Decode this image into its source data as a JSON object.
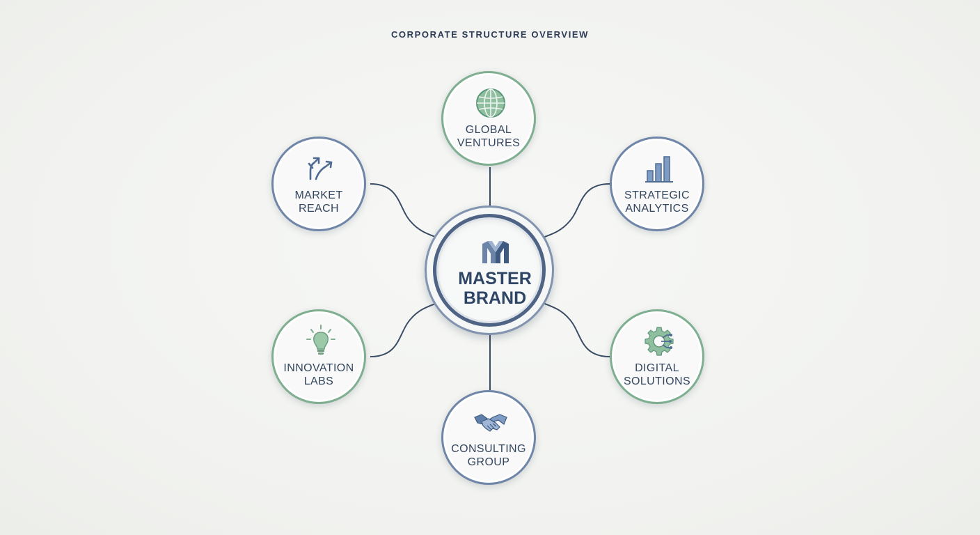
{
  "title": "CORPORATE STRUCTURE OVERVIEW",
  "center": {
    "line1": "MASTER",
    "line2": "BRAND",
    "icon": "m-logo-icon"
  },
  "nodes": {
    "global": {
      "line1": "GLOBAL",
      "line2": "VENTURES",
      "icon": "globe-icon",
      "color": "#7fae90"
    },
    "market": {
      "line1": "MARKET",
      "line2": "REACH",
      "icon": "arrows-up-icon",
      "color": "#6f86a8"
    },
    "strategic": {
      "line1": "STRATEGIC",
      "line2": "ANALYTICS",
      "icon": "bar-chart-icon",
      "color": "#6f86a8"
    },
    "innovation": {
      "line1": "INNOVATION",
      "line2": "LABS",
      "icon": "lightbulb-icon",
      "color": "#7fae90"
    },
    "digital": {
      "line1": "DIGITAL",
      "line2": "SOLUTIONS",
      "icon": "gear-circuit-icon",
      "color": "#7fae90"
    },
    "consulting": {
      "line1": "CONSULTING",
      "line2": "GROUP",
      "icon": "handshake-icon",
      "color": "#6f86a8"
    }
  },
  "colors": {
    "navy": "#2f4566",
    "blue": "#6f86a8",
    "green": "#7fae90",
    "line": "#3b4c66"
  }
}
